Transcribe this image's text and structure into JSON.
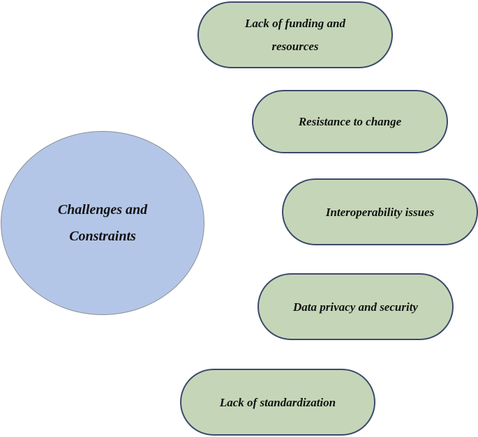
{
  "center": {
    "label": "Challenges and Constraints"
  },
  "items": [
    {
      "label": "Lack of funding and resources"
    },
    {
      "label": "Resistance to change"
    },
    {
      "label": "Interoperability issues"
    },
    {
      "label": "Data privacy and security"
    },
    {
      "label": "Lack of standardization"
    }
  ],
  "colors": {
    "center_fill": "#b4c6e7",
    "pill_fill": "#c5d6b8",
    "pill_border": "#3b4a6b"
  }
}
